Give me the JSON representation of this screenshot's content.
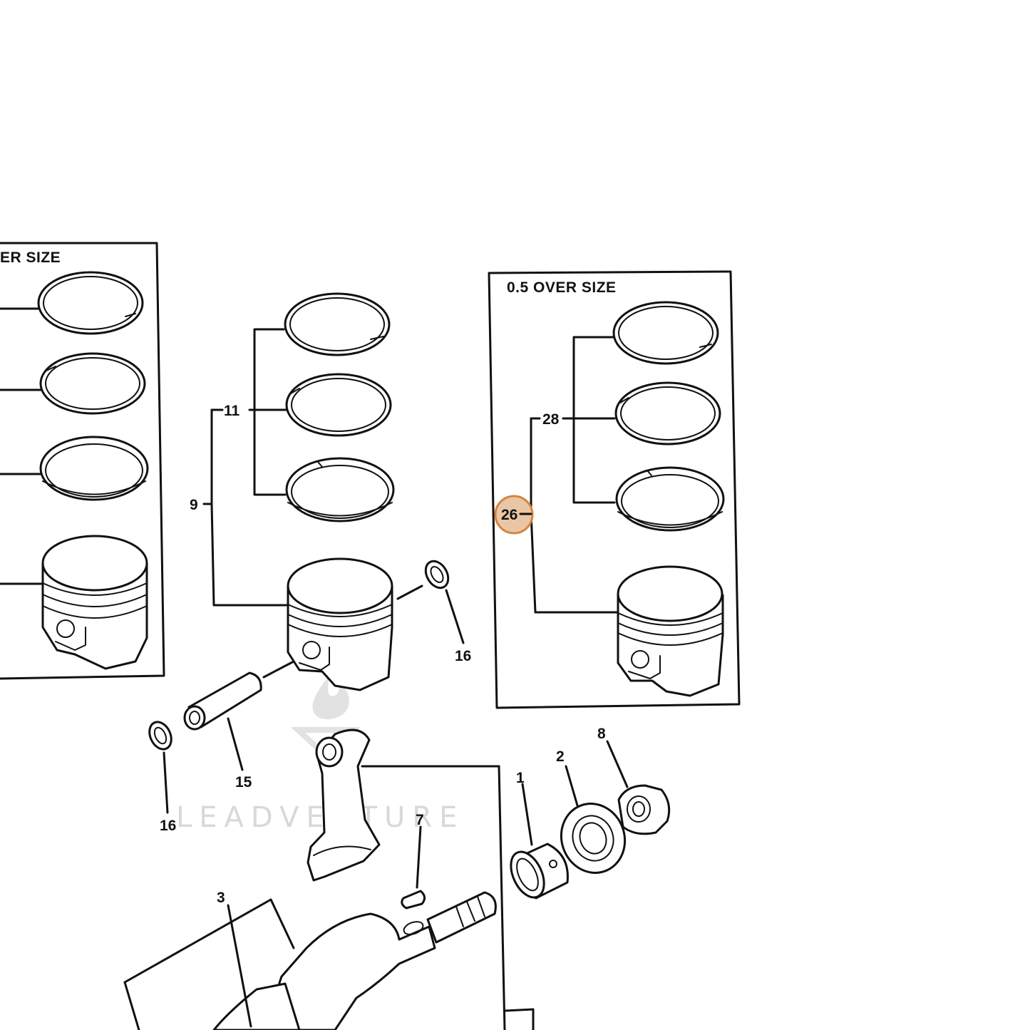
{
  "box_titles": {
    "left": "ER SIZE",
    "right": "0.5 OVER SIZE"
  },
  "callouts": {
    "c1": "1",
    "c2": "2",
    "c3": "3",
    "c7": "7",
    "c8": "8",
    "c9": "9",
    "c11": "11",
    "c15": "15",
    "c16a": "16",
    "c16b": "16",
    "c26": "26",
    "c28": "28"
  },
  "highlight": {
    "callout": "26",
    "fill": "#e9c6a6",
    "stroke": "#d5843f"
  },
  "watermark": "LEADVENTURE"
}
